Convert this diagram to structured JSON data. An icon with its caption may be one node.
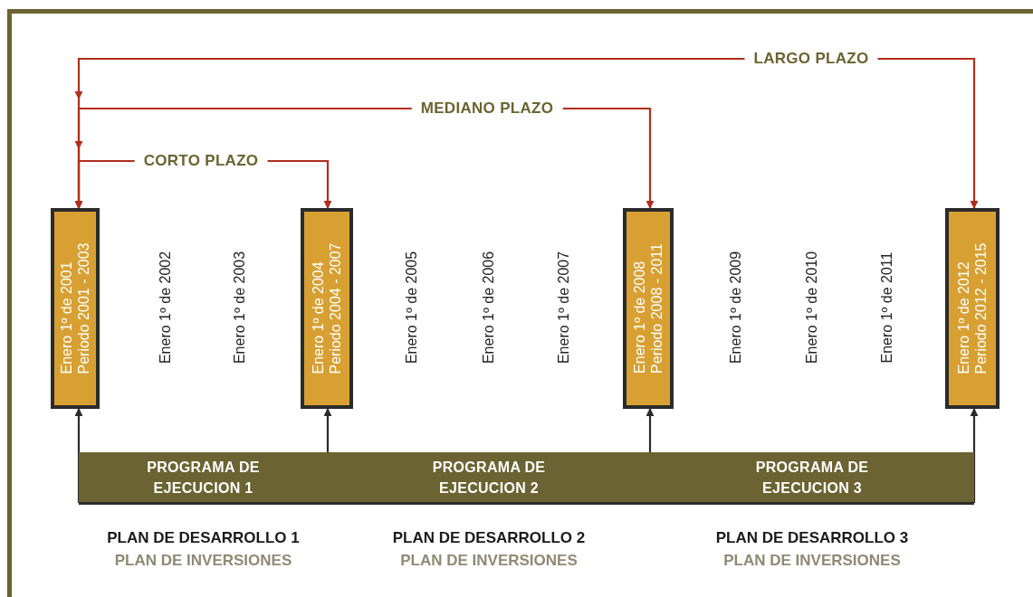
{
  "diagram": {
    "nodes": [
      {
        "text": [
          "Enero 1º de 2001",
          "Periodo 2001 - 2003"
        ]
      },
      {
        "text": [
          "Enero 1º de 2004",
          "Periodo 2004 - 2007"
        ]
      },
      {
        "text": [
          "Enero 1º de 2008",
          "Periodo 2008 - 2011"
        ]
      },
      {
        "text": [
          "Enero 1º de 2012",
          "Periodo 2012 - 2015"
        ]
      },
      {
        "text": [
          "PROGRAMA DE EJECUCION 1"
        ],
        "beside": [
          "PLAN DE DESARROLLO 1",
          "PLAN DE INVERSIONES"
        ]
      },
      {
        "text": [
          "PROGRAMA DE EJECUCION 2"
        ],
        "beside": [
          "PLAN DE DESARROLLO 2",
          "PLAN DE INVERSIONES"
        ]
      },
      {
        "text": [
          "PROGRAMA DE EJECUCION 3"
        ],
        "beside": [
          "PLAN DE DESARROLLO 3",
          "PLAN DE INVERSIONES"
        ]
      }
    ],
    "edges": [
      {
        "from": 0,
        "to": 1,
        "arrow": "both",
        "label": "CORTO PLAZO",
        "color": "#b22d1c"
      },
      {
        "from": 0,
        "to": 2,
        "arrow": "both",
        "label": "MEDIANO PLAZO",
        "color": "#b22d1c"
      },
      {
        "from": 0,
        "to": 3,
        "arrow": "both",
        "label": "LARGO PLAZO",
        "color": "#b22d1c"
      },
      {
        "from": 4,
        "to": 0,
        "arrow": "to"
      },
      {
        "from": 4,
        "to": 1,
        "arrow": "to"
      },
      {
        "from": 5,
        "to": 1,
        "arrow": "to"
      },
      {
        "from": 5,
        "to": 2,
        "arrow": "to"
      },
      {
        "from": 6,
        "to": 2,
        "arrow": "to"
      },
      {
        "from": 6,
        "to": 3,
        "arrow": "to"
      }
    ],
    "labels": [
      "Enero 1º de 2002",
      "Enero 1º de 2003",
      "Enero 1º de 2005",
      "Enero 1º de 2006",
      "Enero 1º de 2007",
      "Enero 1º de 2009",
      "Enero 1º de 2010",
      "Enero 1º de 2011"
    ]
  }
}
